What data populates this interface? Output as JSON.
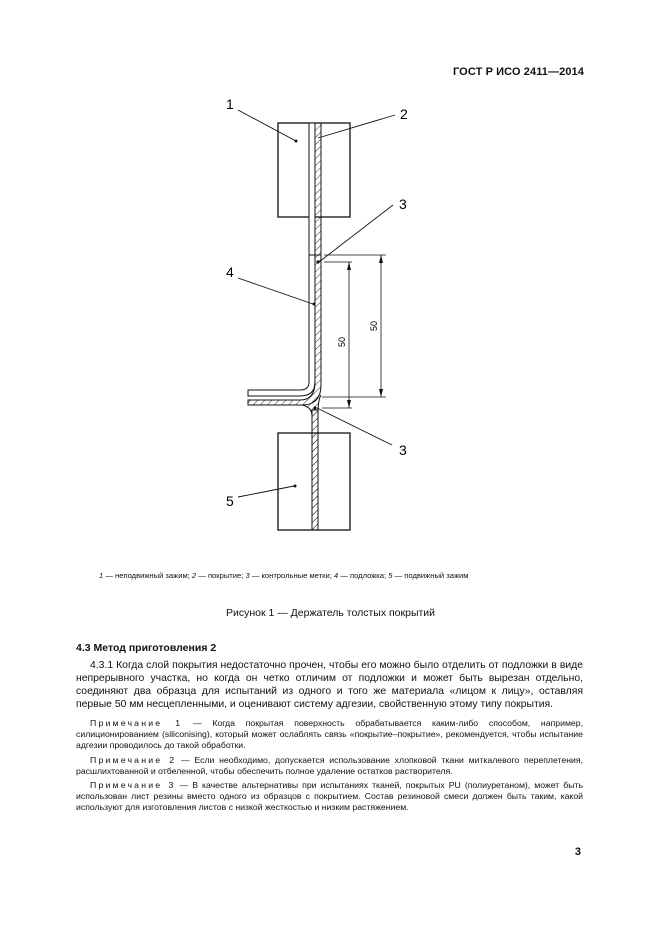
{
  "header": {
    "standard_code": "ГОСТ Р ИСО 2411—2014"
  },
  "figure": {
    "labels": [
      "1",
      "2",
      "3",
      "4",
      "5",
      "3"
    ],
    "dimensions": [
      "50",
      "50"
    ],
    "legend": [
      {
        "num": "1",
        "text": " — неподвижный зажим; "
      },
      {
        "num": "2",
        "text": " — покрытие; "
      },
      {
        "num": "3",
        "text": " — контрольные метки; "
      },
      {
        "num": "4",
        "text": " — подложка; "
      },
      {
        "num": "5",
        "text": " — подвижный зажим"
      }
    ],
    "caption": "Рисунок 1 — Держатель толстых покрытий"
  },
  "section": {
    "title": "4.3 Метод приготовления 2",
    "paragraph": "4.3.1 Когда слой покрытия недостаточно прочен, чтобы его можно было отделить от подложки в виде непрерывного участка, но когда он четко отличим от подложки и может быть вырезан отдельно, соединяют два образца для испытаний из одного и того же материала «лицом к лицу», оставляя первые 50 мм несцепленными, и оценивают систему адгезии, свойственную этому типу покрытия.",
    "notes": [
      {
        "label": "Примечание 1",
        "text": " — Когда покрытая поверхность обрабатывается каким-либо способом, например, силиционированием (siliconising), который может ослаблять связь «покрытие–покрытие», рекомендуется, чтобы испытание адгезии проводилось до такой обработки."
      },
      {
        "label": "Примечание 2",
        "text": " — Если необходимо, допускается использование хлопковой ткани миткалевого переплетения, расшлихтованной и отбеленной, чтобы обеспечить полное удаление остатков растворителя."
      },
      {
        "label": "Примечание 3",
        "text": " — В качестве альтернативы при испытаниях тканей, покрытых PU (полиуретаном), может быть использован лист резины вместо одного из образцов с покрытием. Состав резиновой смеси должен быть таким, какой используют для изготовления листов с низкой жесткостью и низким растяжением."
      }
    ]
  },
  "page_number": "3"
}
